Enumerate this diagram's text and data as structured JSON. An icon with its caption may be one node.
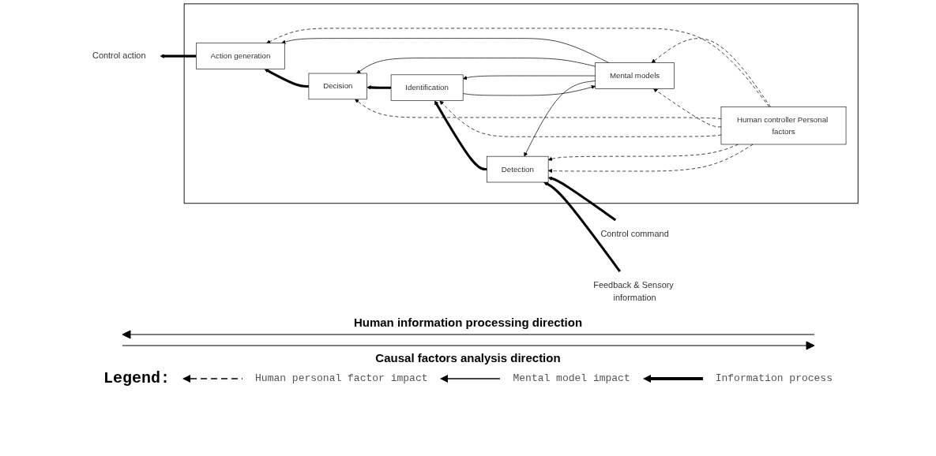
{
  "diagram": {
    "nodes": [
      {
        "text": [],
        "shape": "box"
      },
      {
        "text": [
          "Human controller Personal factors"
        ],
        "in": 0
      },
      {
        "text": [
          "Mental models"
        ],
        "in": 0
      },
      {
        "text": [
          "Action generation"
        ],
        "in": 0
      },
      {
        "text": [
          "Decision"
        ],
        "in": 0
      },
      {
        "text": [
          "Identification"
        ],
        "in": 0
      },
      {
        "text": [
          "Detection"
        ],
        "in": 0
      },
      {
        "text": [
          "Control action"
        ]
      },
      {
        "text": [
          "Control command"
        ]
      },
      {
        "text": [
          "Feedback & Sensory information"
        ]
      }
    ],
    "edges": [
      {
        "from": 1,
        "to": 2,
        "arrow": "to",
        "style": "dashed"
      },
      {
        "from": 1,
        "to": 3,
        "arrow": "to",
        "style": "dashed"
      },
      {
        "from": 1,
        "to": 4,
        "arrow": "to",
        "style": "dashed"
      },
      {
        "from": 1,
        "to": 2,
        "arrow": "to",
        "style": "dashed"
      },
      {
        "from": 1,
        "to": 5,
        "arrow": "to",
        "style": "dashed"
      },
      {
        "from": 1,
        "to": 6,
        "arrow": "to",
        "style": "dashed"
      },
      {
        "from": 1,
        "to": 6,
        "arrow": "to",
        "style": "dashed"
      },
      {
        "from": 2,
        "to": 3,
        "arrow": "to"
      },
      {
        "from": 2,
        "to": 4,
        "arrow": "to"
      },
      {
        "from": 2,
        "to": 5,
        "arrow": "to"
      },
      {
        "from": 2,
        "to": 6,
        "arrow": "to"
      },
      {
        "from": 5,
        "to": 2,
        "arrow": "to"
      },
      {
        "from": 6,
        "to": 5,
        "arrow": "to",
        "style": "thick"
      },
      {
        "from": 5,
        "to": 4,
        "arrow": "to",
        "style": "thick"
      },
      {
        "from": 4,
        "to": 3,
        "arrow": "to",
        "style": "thick"
      },
      {
        "from": 3,
        "to": 7,
        "arrow": "to",
        "style": "thick"
      },
      {
        "from": 8,
        "to": 6,
        "arrow": "to",
        "style": "thick"
      },
      {
        "from": 9,
        "to": 6,
        "arrow": "to",
        "style": "thick"
      }
    ],
    "labels": [
      "Human information processing direction",
      "Causal factors analysis direction",
      "Legend:"
    ],
    "legend": [
      {
        "text": "Human personal factor impact"
      },
      {
        "text": "Mental model impact"
      },
      {
        "text": "Information process"
      }
    ]
  }
}
